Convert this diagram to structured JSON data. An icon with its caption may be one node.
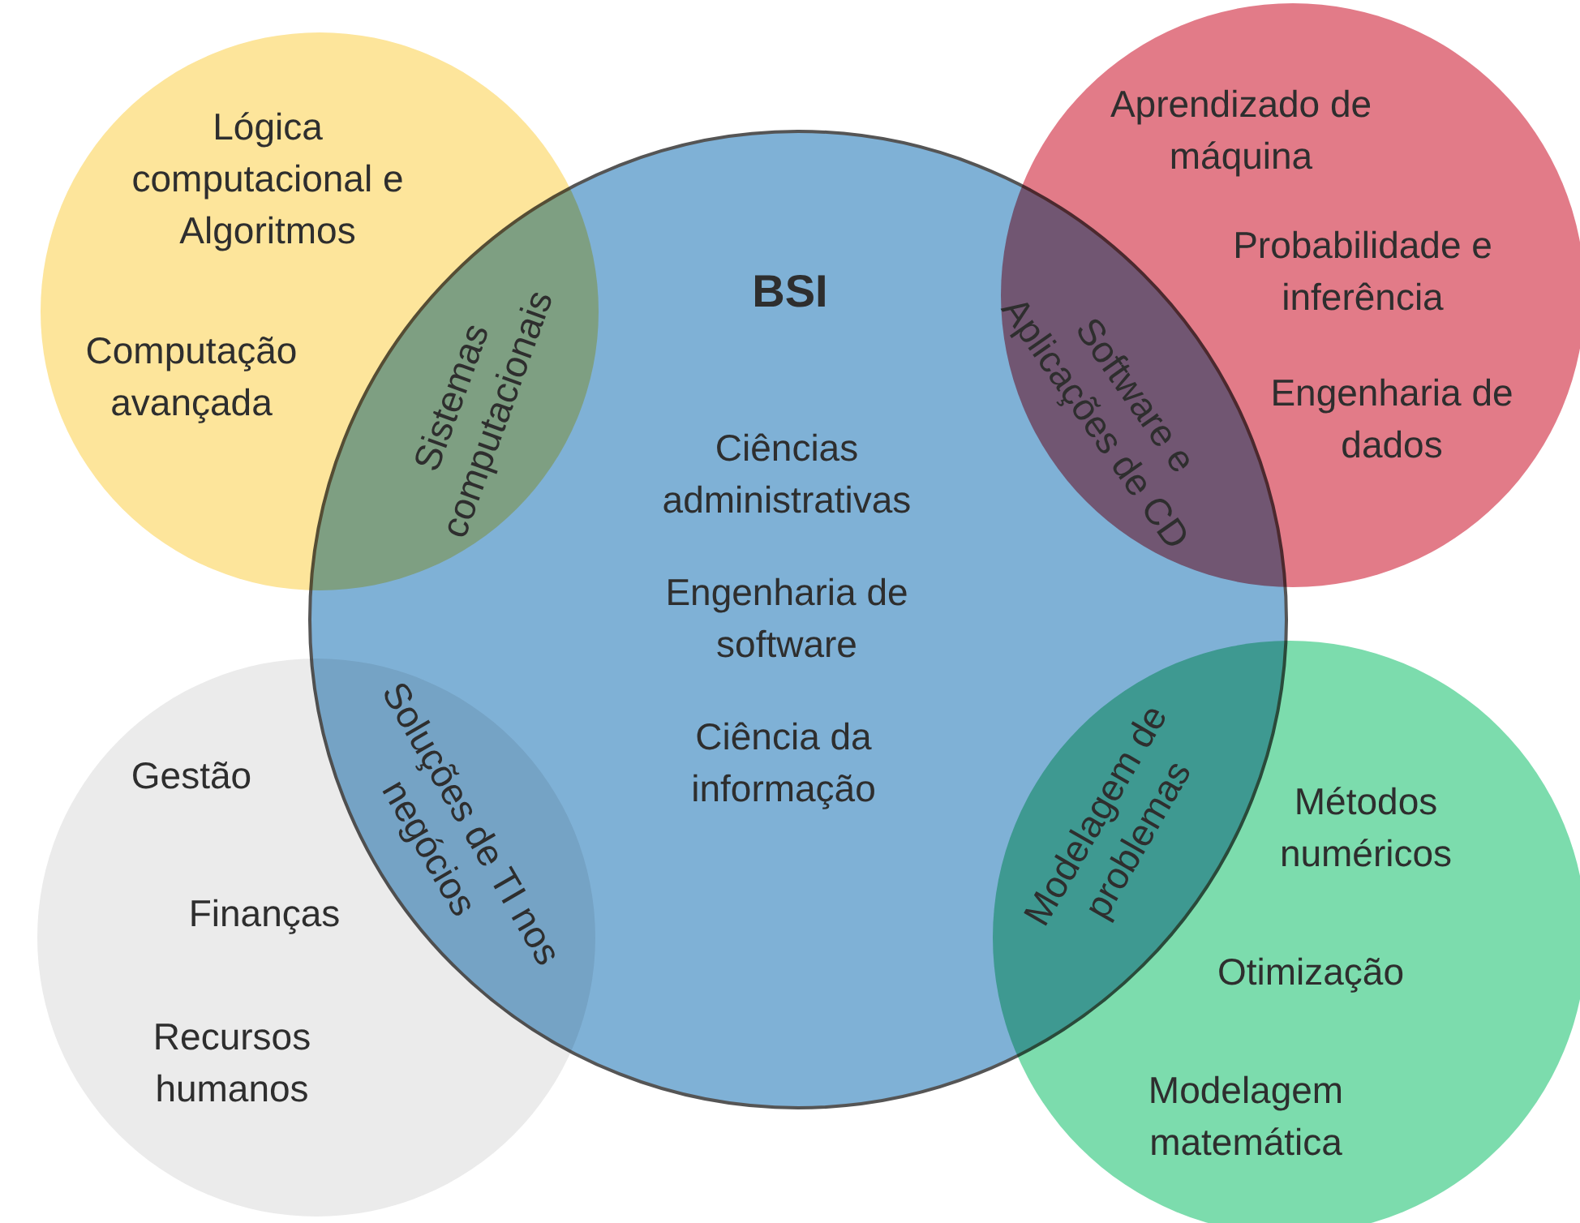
{
  "diagram": {
    "nodes": [
      {
        "text": [
          "Lógica computacional e Algoritmos",
          "Computação avançada"
        ]
      },
      {
        "text": [
          "Aprendizado de máquina",
          "Probabilidade e inferência",
          "Engenharia de dados"
        ]
      },
      {
        "text": [
          "Gestão",
          "Finanças",
          "Recursos humanos"
        ]
      },
      {
        "text": [
          "Métodos numéricos",
          "Otimização",
          "Modelagem matemática"
        ]
      },
      {
        "text": [
          "BSI",
          "Ciências administrativas",
          "Engenharia de software",
          "Ciência da informação"
        ]
      }
    ],
    "labels": [
      "Sistemas computacionais",
      "Software e Aplicações de CD",
      "Soluções de TI nos negócios",
      "Modelagem de problemas"
    ]
  }
}
